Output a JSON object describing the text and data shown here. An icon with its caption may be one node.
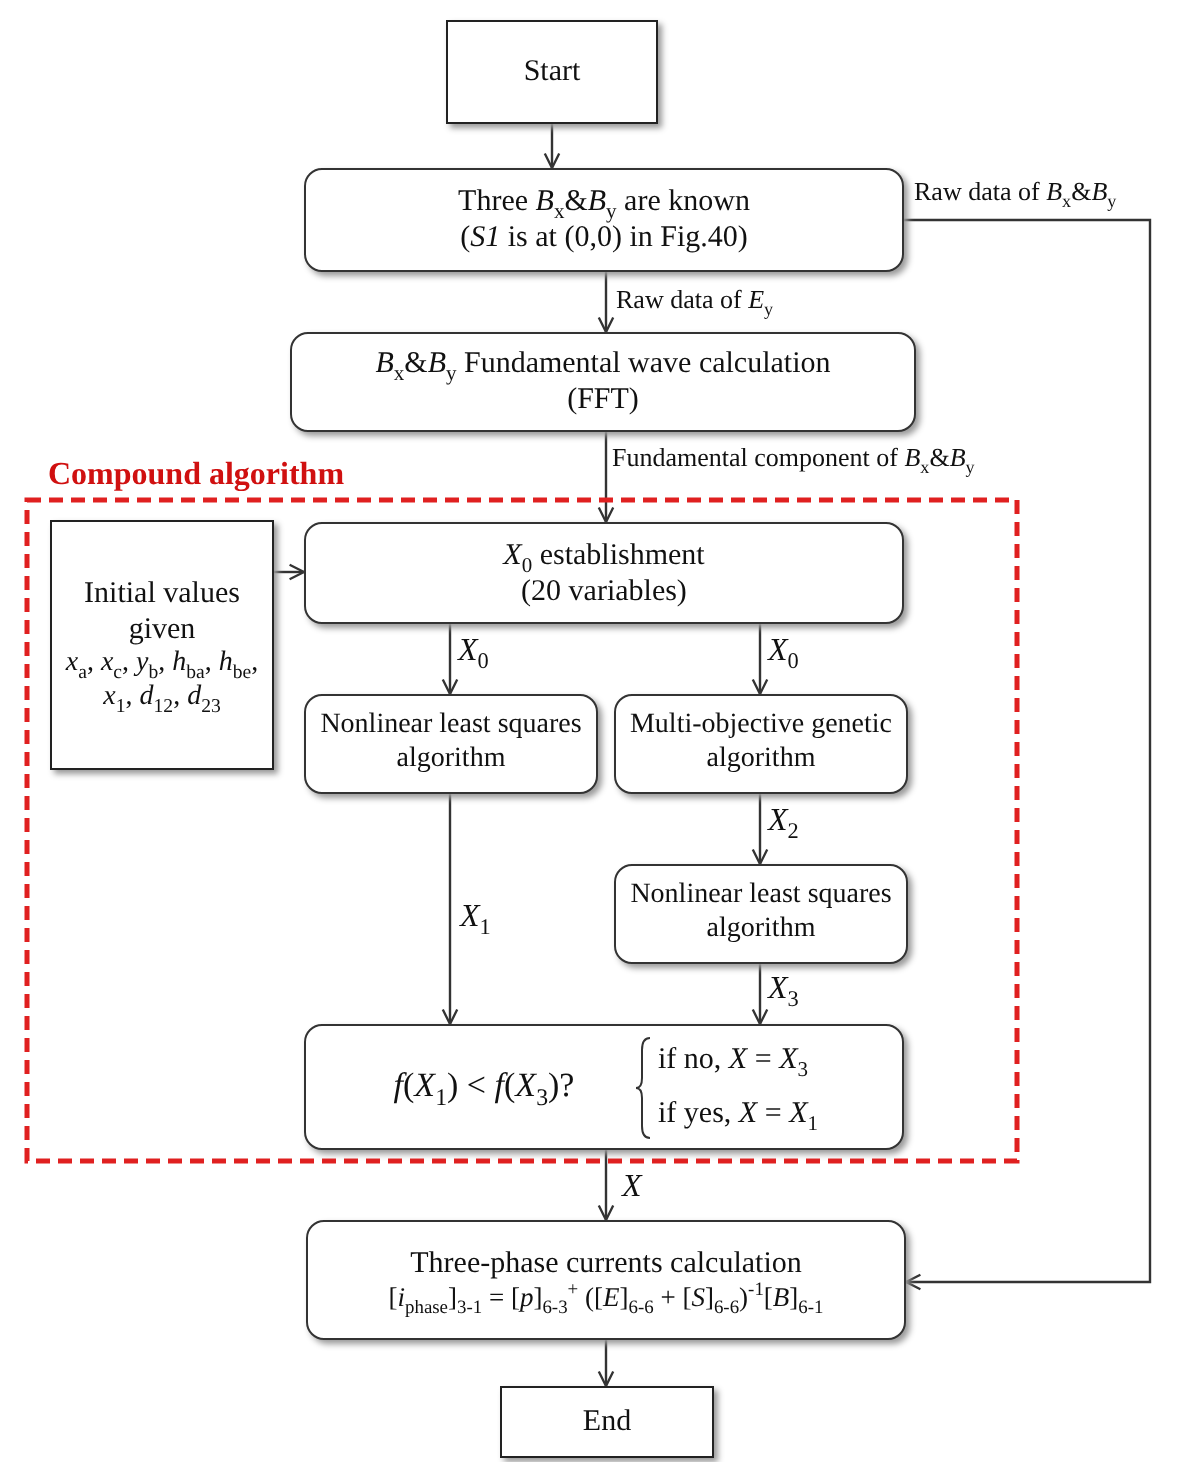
{
  "diagram": {
    "nodes": [
      {
        "text": [
          "Start"
        ]
      },
      {
        "text": [
          "Three *B*$_{x}$&*B*$_{y}$ are known",
          "(*S1* is at (0,0) in Fig.40)"
        ]
      },
      {
        "text": [
          "*B*$_{x}$&*B*$_{y}$ Fundamental wave calculation",
          "(FFT)"
        ]
      },
      {
        "text": [
          "Compound algorithm"
        ]
      },
      {
        "text": [
          "Initial values given",
          "*x*$_{a}$, *x*$_{c}$, *y*$_{b}$, *h*$_{ba}$, *h*$_{be}$, *x*$_{1}$, *d*$_{12}$, *d*$_{23}$"
        ],
        "in": 3
      },
      {
        "text": [
          "*X*$_{0}$ establishment",
          "(20 variables)"
        ],
        "in": 3
      },
      {
        "text": [
          "Nonlinear least squares algorithm"
        ],
        "in": 3
      },
      {
        "text": [
          "Multi-objective genetic algorithm"
        ],
        "in": 3
      },
      {
        "text": [
          "Nonlinear least squares algorithm"
        ],
        "in": 3
      },
      {
        "text": [
          "*f*(*X*$_{1}$) < *f*(*X*$_{3}$)?",
          "if no, *X* = *X*$_{3}$",
          "if yes, *X* = *X*$_{1}$"
        ],
        "in": 3
      },
      {
        "text": [
          "Three-phase currents calculation",
          "[*i*$_{phase}$]$_{3-1}$ = [*p*]$_{6-3}$$^{+}$ ([*E*]$_{6-6}$ + [*S*]$_{6-6}$)$^{-1}$[*B*]$_{6-1}$"
        ]
      },
      {
        "text": [
          "End"
        ]
      }
    ],
    "edges": [
      {
        "from": 0,
        "to": 1,
        "arrow": "to"
      },
      {
        "from": 1,
        "to": 2,
        "arrow": "to",
        "label": "Raw data of *E*$_{y}$"
      },
      {
        "from": 1,
        "to": 10,
        "arrow": "to",
        "label": "Raw data of *B*$_{x}$&*B*$_{y}$"
      },
      {
        "from": 2,
        "to": 5,
        "arrow": "to",
        "label": "Fundamental component of *B*$_{x}$&*B*$_{y}$"
      },
      {
        "from": 4,
        "to": 5,
        "arrow": "to"
      },
      {
        "from": 5,
        "to": 6,
        "arrow": "to",
        "label": "*X*$_{0}$"
      },
      {
        "from": 5,
        "to": 7,
        "arrow": "to",
        "label": "*X*$_{0}$"
      },
      {
        "from": 7,
        "to": 8,
        "arrow": "to",
        "label": "*X*$_{2}$"
      },
      {
        "from": 8,
        "to": 9,
        "arrow": "to",
        "label": "*X*$_{3}$"
      },
      {
        "from": 6,
        "to": 9,
        "arrow": "to",
        "label": "*X*$_{1}$"
      },
      {
        "from": 9,
        "to": 10,
        "arrow": "to",
        "label": "*X*"
      },
      {
        "from": 10,
        "to": 11,
        "arrow": "to"
      }
    ]
  }
}
